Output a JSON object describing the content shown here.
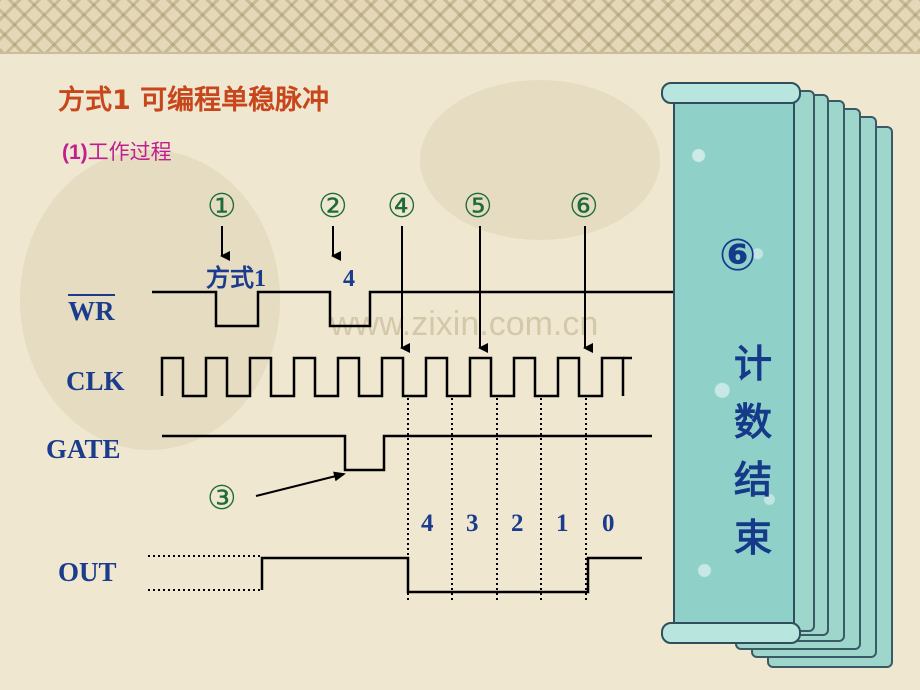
{
  "title": "方式1  可编程单稳脉冲",
  "subtitle": {
    "number": "(1)",
    "text": "工作过程"
  },
  "signals": {
    "wr": "WR",
    "clk": "CLK",
    "gate": "GATE",
    "out": "OUT"
  },
  "markers": [
    "①",
    "②",
    "④",
    "⑤",
    "⑥"
  ],
  "marker3": "③",
  "wr_notes": {
    "mode": "方式1",
    "count": "4"
  },
  "count_sequence": [
    "4",
    "3",
    "2",
    "1",
    "0"
  ],
  "scroll": {
    "circle": "⑥",
    "chars": [
      "计",
      "数",
      "结",
      "束"
    ]
  },
  "watermark": "www.zixin.com.cn"
}
